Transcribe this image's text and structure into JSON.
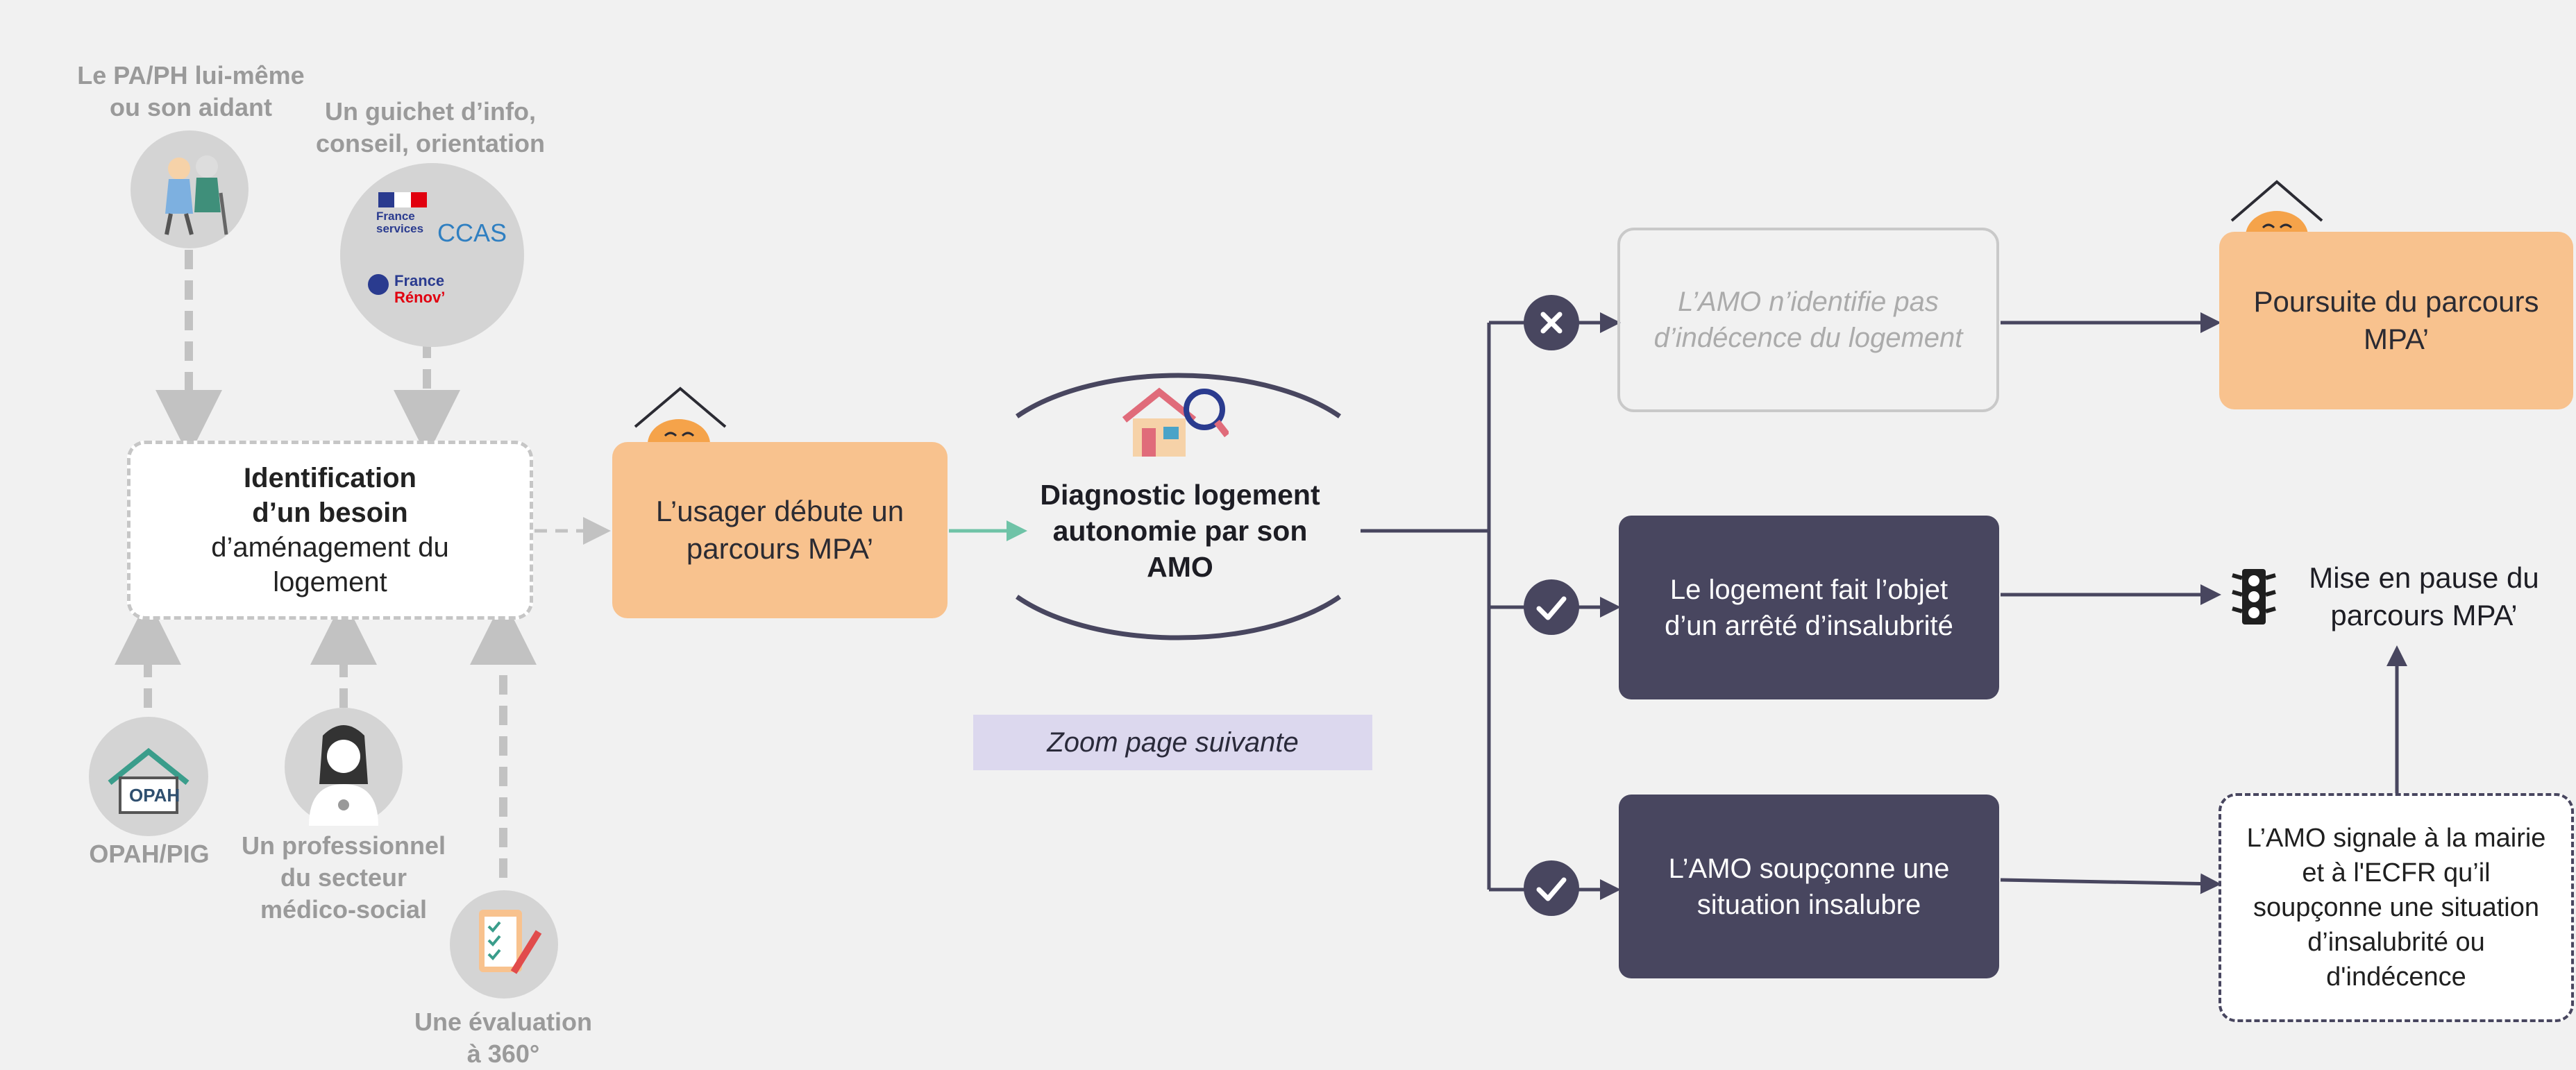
{
  "sources_top": {
    "pa_ph": "Le PA/PH lui-même ou son aidant",
    "guichet": "Un guichet d’info, conseil, orientation"
  },
  "logos": {
    "france_services": "France services",
    "ccas": "CCAS",
    "france_renov_1": "France",
    "france_renov_2": "Rénov’",
    "opah": "OPAH"
  },
  "sources_bottom": {
    "opah_pig": "OPAH/PIG",
    "professionnel": "Un professionnel du secteur médico-social",
    "evaluation": "Une évaluation à 360°"
  },
  "identification": {
    "line1": "Identification",
    "line2": "d’un besoin",
    "line3": "d’aménagement du logement"
  },
  "usager": "L’usager débute un parcours MPA’",
  "diagnostic": "Diagnostic logement autonomie par son AMO",
  "zoom": "Zoom page suivante",
  "outcomes": {
    "no_indecence": "L’AMO n’identifie pas d’indécence du logement",
    "arrete": "Le logement fait l’objet d’un arrêté d’insalubrité",
    "soupconne": "L’AMO soupçonne une situation insalubre"
  },
  "results": {
    "poursuite": "Poursuite du parcours MPA’",
    "pause": "Mise en pause du parcours MPA’",
    "signale": "L’AMO signale à la mairie et à l'ECFR qu’il soupçonne une situation d’insalubrité ou d'indécence"
  },
  "colors": {
    "orange": "#f8c28e",
    "dark": "#48465f",
    "teal_arrow": "#6fc3a7",
    "zoom_bg": "#dcd8ee"
  }
}
